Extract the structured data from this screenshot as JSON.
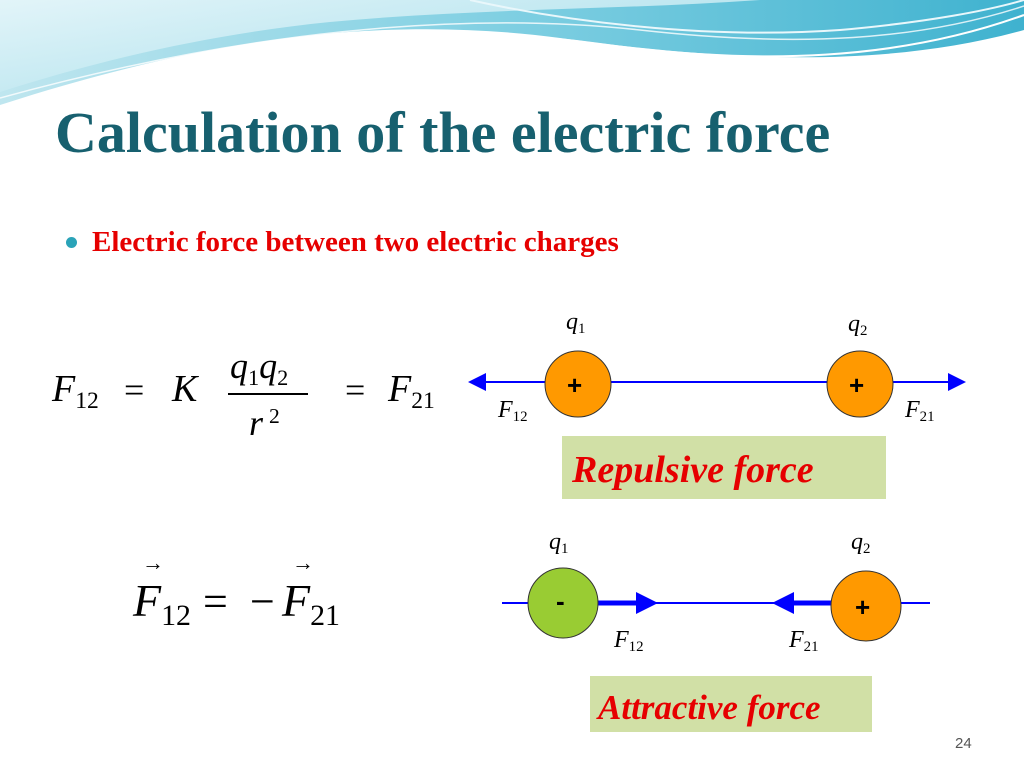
{
  "slide": {
    "title": "Calculation of the electric force",
    "bullet": "Electric force between two electric charges",
    "page_number": "24"
  },
  "equations": {
    "coulomb": {
      "lhs_symbol": "F",
      "lhs_sub": "12",
      "equals": "=",
      "constant": "K",
      "num_q1": "q",
      "num_q1_sub": "1",
      "num_q2": "q",
      "num_q2_sub": "2",
      "den_r": "r",
      "den_exp": "2",
      "equals2": "=",
      "rhs_symbol": "F",
      "rhs_sub": "21"
    },
    "vector": {
      "lhs_symbol": "F",
      "lhs_sub": "12",
      "equals": "=",
      "minus": "−",
      "rhs_symbol": "F",
      "rhs_sub": "21",
      "arrow": "→"
    }
  },
  "repulsive": {
    "q1_symbol": "q",
    "q1_sub": "1",
    "q2_symbol": "q",
    "q2_sub": "2",
    "q1_sign": "+",
    "q2_sign": "+",
    "f12_symbol": "F",
    "f12_sub": "12",
    "f21_symbol": "F",
    "f21_sub": "21",
    "label": "Repulsive force"
  },
  "attractive": {
    "q1_symbol": "q",
    "q1_sub": "1",
    "q2_symbol": "q",
    "q2_sub": "2",
    "q1_sign": "-",
    "q2_sign": "+",
    "f12_symbol": "F",
    "f12_sub": "12",
    "f21_symbol": "F",
    "f21_sub": "21",
    "label": "Attractive force"
  },
  "colors": {
    "title": "#17606f",
    "bullet_text": "#e60000",
    "bullet_dot": "#2aa3b8",
    "positive_charge": "#ff9900",
    "negative_charge": "#99cc33",
    "arrow": "#0000ff",
    "label_box": "#d1e0a6"
  },
  "icons": {
    "bullet": "circle-bullet-icon",
    "charge": "circle-charge-icon",
    "arrowhead": "triangle-arrowhead-icon"
  }
}
